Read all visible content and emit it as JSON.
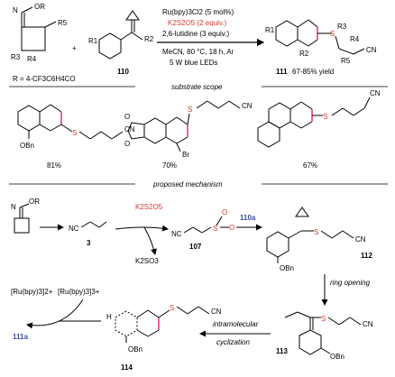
{
  "reaction": {
    "conditions": [
      {
        "text": "Ru(bpy)3Cl2 (5 mol%)",
        "color": "#000000"
      },
      {
        "text": "K2S2O5 (2 equiv.)",
        "color": "#d23a28"
      },
      {
        "text": "2,6-lutidine (3 equiv.)",
        "color": "#000000"
      },
      {
        "text": "MeCN, 80 °C, 18 h, Ar",
        "color": "#000000"
      },
      {
        "text": "5 W blue LEDs",
        "color": "#000000"
      }
    ],
    "r_definition": "R = 4-CF3C6H4CO",
    "compound_110": "110",
    "product_label": "111",
    "product_yield": "67-85% yield",
    "substituents": {
      "or": "OR",
      "r1": "R1",
      "r2": "R2",
      "r3": "R3",
      "r4": "R4",
      "r5": "R5",
      "cn": "CN",
      "plus": "+"
    }
  },
  "substrate_scope": {
    "heading": "substrate scope",
    "items": [
      {
        "yield": "81%",
        "groups": [
          "OBn",
          "CN"
        ]
      },
      {
        "yield": "70%",
        "groups": [
          "Br",
          "CN"
        ]
      },
      {
        "yield": "67%",
        "groups": [
          "CN"
        ]
      }
    ]
  },
  "mechanism": {
    "heading": "proposed mechanism",
    "reagents": {
      "k2s2o5": "K2S2O5",
      "k2so3": "K2SO3",
      "r110a": "110a"
    },
    "compounds": [
      "3",
      "107",
      "112",
      "113",
      "114",
      "111a"
    ],
    "steps": {
      "ring_opening": "ring opening",
      "cyclization": "intramolecular cyclization"
    },
    "ru_species": {
      "ru2": "[Ru(bpy)3]2+",
      "ru3": "[Ru(bpy)3]3+"
    },
    "groups": {
      "or": "OR",
      "nc": "NC",
      "cn": "CN",
      "obn": "OBn",
      "h": "H"
    }
  },
  "colors": {
    "accent_blue": "#3a50a0",
    "accent_red": "#d23a28",
    "highlight_pink": "#e0407a"
  }
}
